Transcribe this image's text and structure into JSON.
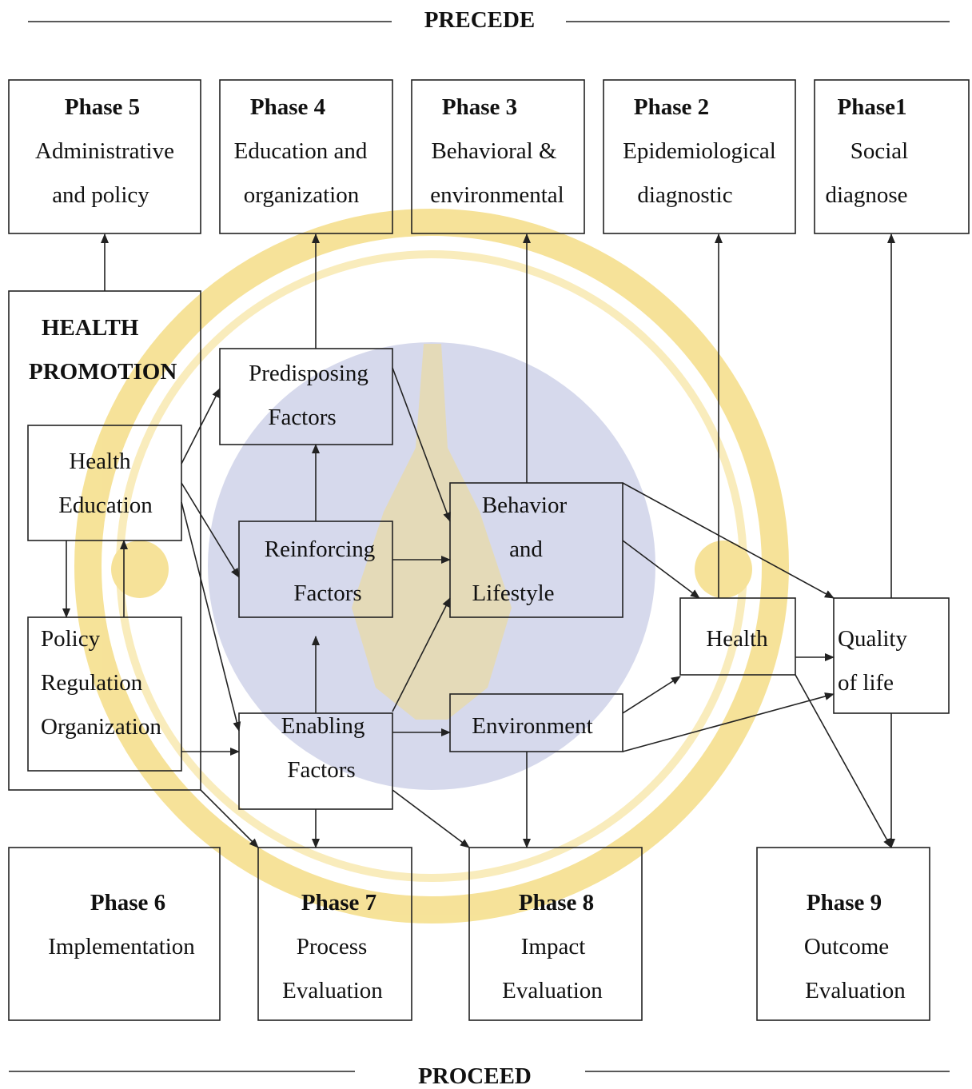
{
  "header": {
    "precede": "PRECEDE",
    "proceed": "PROCEED"
  },
  "phases": {
    "phase5": {
      "title": "Phase 5",
      "lines": [
        "Administrative",
        "and policy"
      ]
    },
    "phase4": {
      "title": "Phase 4",
      "lines": [
        "Education and",
        "organization"
      ]
    },
    "phase3": {
      "title": "Phase 3",
      "lines": [
        "Behavioral &",
        "environmental"
      ]
    },
    "phase2": {
      "title": "Phase 2",
      "lines": [
        "Epidemiological",
        "diagnostic"
      ]
    },
    "phase1": {
      "title": "Phase1",
      "lines": [
        "Social",
        "diagnose"
      ]
    },
    "phase6": {
      "title": "Phase 6",
      "lines": [
        "Implementation"
      ]
    },
    "phase7": {
      "title": "Phase 7",
      "lines": [
        "Process",
        "Evaluation"
      ]
    },
    "phase8": {
      "title": "Phase 8",
      "lines": [
        "Impact",
        "Evaluation"
      ]
    },
    "phase9": {
      "title": "Phase 9",
      "lines": [
        "Outcome",
        "Evaluation"
      ]
    }
  },
  "health_promotion": {
    "title_lines": [
      "HEALTH",
      "PROMOTION"
    ],
    "health_education": [
      "Health",
      "Education"
    ],
    "policy": [
      "Policy",
      "Regulation",
      "Organization"
    ]
  },
  "factors": {
    "predisposing": [
      "Predisposing",
      "Factors"
    ],
    "reinforcing": [
      "Reinforcing",
      "Factors"
    ],
    "enabling": [
      "Enabling",
      "Factors"
    ]
  },
  "outcomes": {
    "behavior": [
      "Behavior",
      "and",
      "Lifestyle"
    ],
    "environment": [
      "Environment"
    ],
    "health": [
      "Health"
    ],
    "quality": [
      "Quality",
      "of life"
    ]
  },
  "colors": {
    "watermark_gold": "#f3d977",
    "watermark_blue": "#c9cde6",
    "line": "#222222"
  }
}
